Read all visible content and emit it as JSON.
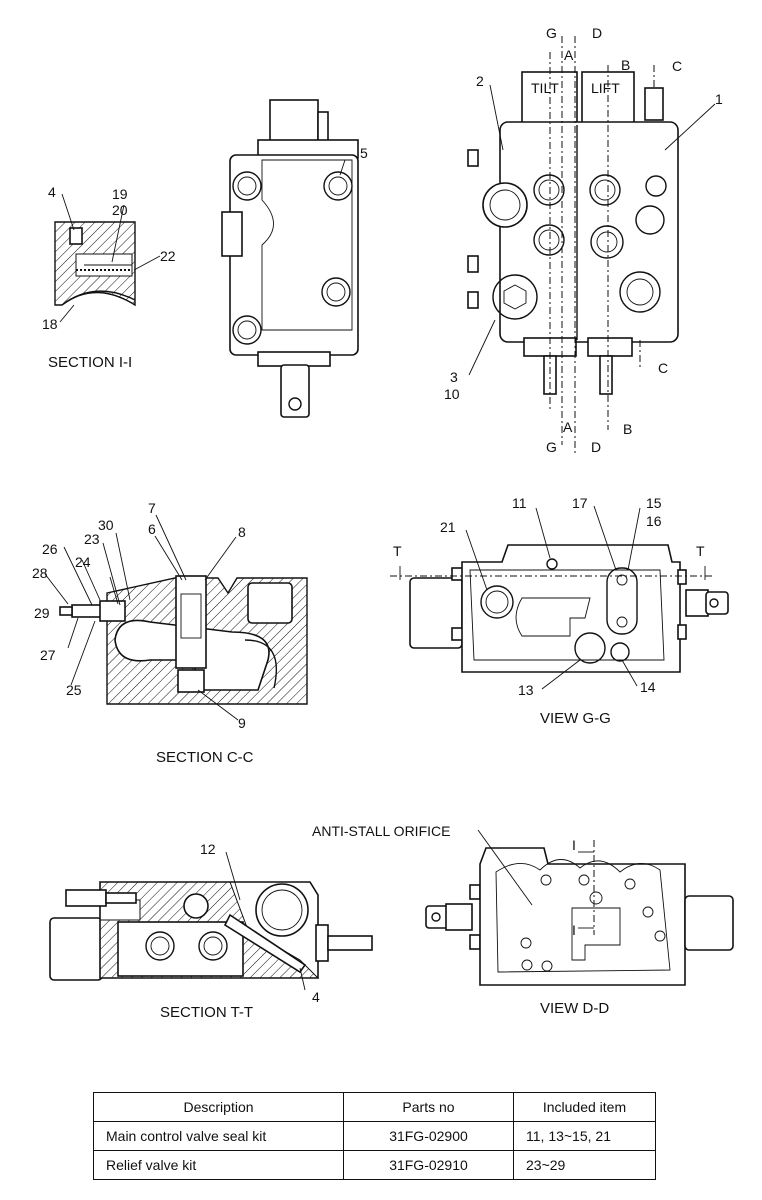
{
  "sections": {
    "section_i": "SECTION I-I",
    "section_c": "SECTION C-C",
    "view_g": "VIEW G-G",
    "section_t": "SECTION T-T",
    "view_d": "VIEW D-D"
  },
  "callouts": {
    "anti_stall": "ANTI-STALL ORIFICE",
    "tilt": "TILT",
    "lift": "LIFT"
  },
  "section_marks": {
    "a": "A",
    "b": "B",
    "c": "C",
    "d": "D",
    "g": "G",
    "t": "T",
    "i": "I"
  },
  "part_numbers": {
    "p1": "1",
    "p2": "2",
    "p3": "3",
    "p4": "4",
    "p5": "5",
    "p6": "6",
    "p7": "7",
    "p8": "8",
    "p9": "9",
    "p10": "10",
    "p11": "11",
    "p12": "12",
    "p13": "13",
    "p14": "14",
    "p15": "15",
    "p16": "16",
    "p17": "17",
    "p18": "18",
    "p19": "19",
    "p20": "20",
    "p21": "21",
    "p22": "22",
    "p23": "23",
    "p24": "24",
    "p25": "25",
    "p26": "26",
    "p27": "27",
    "p28": "28",
    "p29": "29",
    "p30": "30"
  },
  "table": {
    "headers": [
      "Description",
      "Parts no",
      "Included item"
    ],
    "rows": [
      [
        "Main control valve seal kit",
        "31FG-02900",
        "11, 13~15, 21"
      ],
      [
        "Relief valve kit",
        "31FG-02910",
        "23~29"
      ]
    ]
  }
}
